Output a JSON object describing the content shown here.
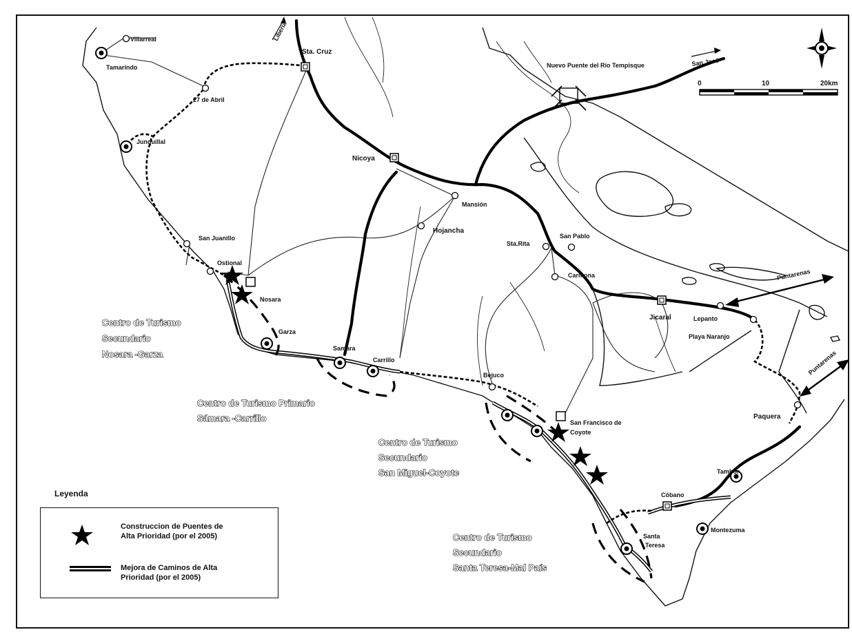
{
  "places": {
    "villarreal": "Villarreal",
    "tamarindo": "Tamarindo",
    "liberia": "Liberia",
    "sta_cruz": "Sta. Cruz",
    "abril": "27 de Abril",
    "junquillal": "Junquillal",
    "nicoya": "Nicoya",
    "mansion": "Mansión",
    "hojancha": "Hojancha",
    "nuevo_puente": "Nuevo Puente del Río Tempisque",
    "san_jose": "San José",
    "sta_rita": "Sta.Rita",
    "san_pablo": "San Pablo",
    "carmona": "Carmona",
    "san_juanillo": "San Juanillo",
    "ostional": "Ostional",
    "nosara": "Nosara",
    "garza": "Garza",
    "samara": "Samara",
    "carrillo": "Carrillo",
    "bejuco": "Bejuco",
    "jicaral": "Jicaral",
    "lepanto": "Lepanto",
    "playa_naranjo": "Playa Naranjo",
    "puntarenas": "Puntarenas",
    "paquera": "Paquera",
    "san_francisco": "San Francisco de",
    "coyote": "Coyote",
    "tambor": "Tambor",
    "cobano": "Cóbano",
    "montezuma": "Montezuma",
    "santa_teresa_1": "Santa",
    "santa_teresa_2": "Teresa"
  },
  "scale": {
    "s0": "0",
    "s10": "10",
    "s20": "20km"
  },
  "centers": {
    "nosara_garza": [
      "Centro de Turismo",
      "Secundario",
      "Nosara -Garza"
    ],
    "samara_carrillo": [
      "Centro de Turismo Primario",
      "Sámara -Carrillo"
    ],
    "san_miguel_coyote": [
      "Centro de Turismo",
      "Secundario",
      "San Miguel-Coyote"
    ],
    "santa_teresa": [
      "Centro de Turismo",
      "Secundario",
      "Santa Teresa-Mal País"
    ]
  },
  "legend": {
    "title": "Leyenda",
    "bridges_line1": "Construccion de Puentes de",
    "bridges_line2": "Alta Prioridad (por el 2005)",
    "roads_line1": "Mejora de Caminos de Alta",
    "roads_line2": "Prioridad (por el 2005)"
  },
  "icons": {
    "north": "compass-rose-icon",
    "star": "star-icon"
  },
  "colors": {
    "ink": "#000000",
    "paper": "#ffffff"
  }
}
